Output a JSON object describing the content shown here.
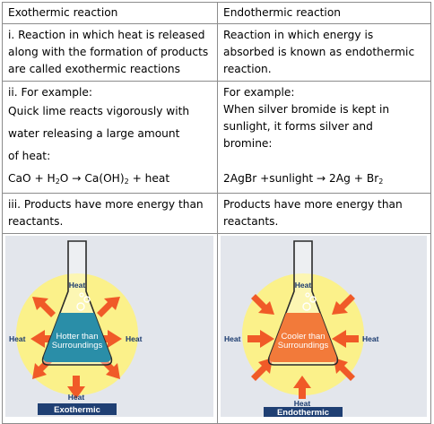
{
  "headers": {
    "exothermic": "Exothermic reaction",
    "endothermic": "Endothermic reaction"
  },
  "definition": {
    "exothermic": "i. Reaction in which heat is released along with the formation of products are called exothermic reactions",
    "endothermic": "Reaction in which energy is absorbed is known as endothermic reaction."
  },
  "example": {
    "exothermic": {
      "title": "ii. For example:",
      "line1": "Quick lime reacts vigorously with",
      "line2": "water releasing a large amount",
      "line3": "of heat:",
      "eq_part1": "CaO + H",
      "eq_sub1": "2",
      "eq_part2": "O → Ca(OH)",
      "eq_sub2": "2",
      "eq_part3": " + heat"
    },
    "endothermic": {
      "title": "For example:",
      "text": "When silver bromide is kept in sunlight, it forms silver and bromine:",
      "eq_part1": "2AgBr +sunlight → 2Ag + Br",
      "eq_sub1": "2"
    }
  },
  "products": {
    "exothermic": "iii. Products have more energy than reactants.",
    "endothermic": "Products have more energy than reactants."
  },
  "figures": {
    "exothermic": {
      "flask_label_line1": "Hotter than",
      "flask_label_line2": "Surroundings",
      "heat_top": "Heat",
      "heat_left": "Heat",
      "heat_right": "Heat",
      "heat_bottom": "Heat",
      "caption": "Exothermic"
    },
    "endothermic": {
      "flask_label_line1": "Cooler than",
      "flask_label_line2": "Surroundings",
      "heat_top": "Heat",
      "heat_left": "Heat",
      "heat_right": "Heat",
      "heat_bottom": "Heat",
      "caption": "Endothermic"
    },
    "colors": {
      "panel_bg": "#e3e6ec",
      "glow": "#fbf18a",
      "arrow": "#f05a28",
      "flask_outline": "#2a2a2a",
      "exo_liquid": "#2a8ea8",
      "endo_liquid": "#f27a3a",
      "caption_bg": "#1f3f73",
      "label_text": "#1a3a6e",
      "heat_label_text": "#1a3a6e"
    }
  }
}
